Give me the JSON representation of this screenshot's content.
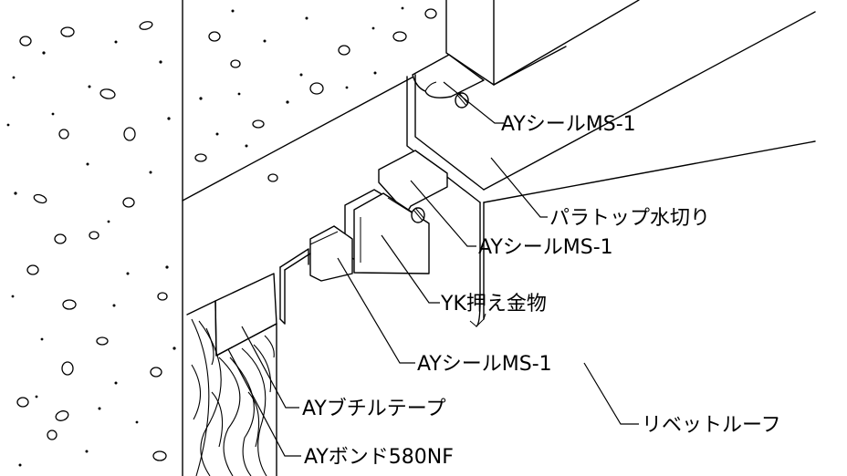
{
  "labels": {
    "seal_top": "AYシールMS-1",
    "parapet_flashing": "パラトップ水切り",
    "seal_middle": "AYシールMS-1",
    "holding_hardware": "YK押え金物",
    "seal_bottom": "AYシールMS-1",
    "rivet_roof": "リベットルーフ",
    "butyl_tape": "AYブチルテープ",
    "bond": "AYボンド580NF"
  },
  "colors": {
    "line": "#000000",
    "background": "#ffffff"
  }
}
